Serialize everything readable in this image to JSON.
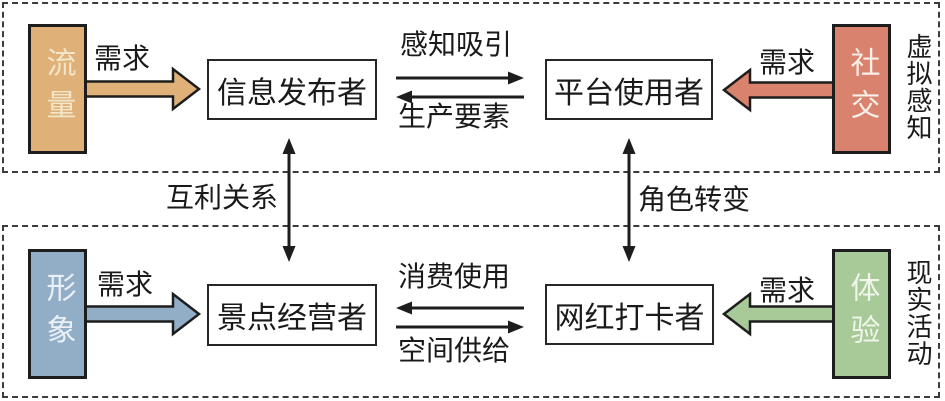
{
  "sections": {
    "virtual": {
      "side_label": "虚拟感知",
      "source_left": "流量",
      "source_right": "社交",
      "demand_left": "需求",
      "demand_right": "需求",
      "node_left": "信息发布者",
      "node_right": "平台使用者",
      "flow_top": "感知吸引",
      "flow_bottom": "生产要素"
    },
    "real": {
      "side_label": "现实活动",
      "source_left": "形象",
      "source_right": "体验",
      "demand_left": "需求",
      "demand_right": "需求",
      "node_left": "景点经营者",
      "node_right": "网红打卡者",
      "flow_top": "消费使用",
      "flow_bottom": "空间供给"
    }
  },
  "connectors": {
    "mutual_benefit": "互利关系",
    "role_change": "角色转变"
  },
  "colors": {
    "traffic": "#DFB077",
    "social": "#D9826E",
    "image": "#92AEC6",
    "experience": "#A7CA98",
    "traffic_text": "#F2E6C8",
    "social_text": "#F8EFE8",
    "image_text": "#EAF0F5",
    "experience_text": "#F0F6EA"
  }
}
